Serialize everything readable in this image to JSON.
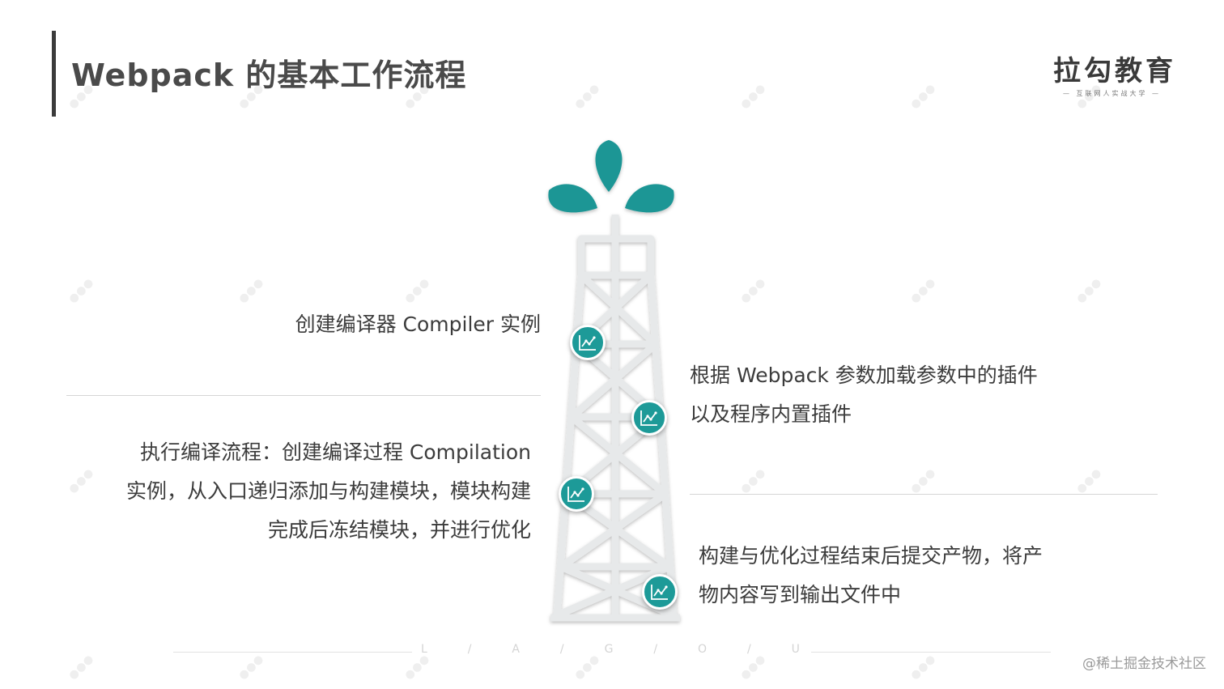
{
  "header": {
    "title": "Webpack 的基本工作流程"
  },
  "brand": {
    "name": "拉勾教育",
    "tagline": "互联网人实战大学"
  },
  "steps": [
    {
      "lines": [
        "创建编译器 Compiler 实例"
      ]
    },
    {
      "lines": [
        "根据 Webpack 参数加载参数中的插件",
        "以及程序内置插件"
      ]
    },
    {
      "lines": [
        "执行编译流程：创建编译过程 Compilation",
        "实例，从入口递归添加与构建模块，模块构建",
        "完成后冻结模块，并进行优化"
      ]
    },
    {
      "lines": [
        "构建与优化过程结束后提交产物，将产",
        "物内容写到输出文件中"
      ]
    }
  ],
  "footer": {
    "letters": [
      "L",
      "/",
      "A",
      "/",
      "G",
      "/",
      "O",
      "/",
      "U"
    ],
    "credit": "@稀土掘金技术社区"
  },
  "colors": {
    "accent": "#1d9a98",
    "title_bar": "#3b3b3b",
    "text": "#3c3c3c"
  }
}
